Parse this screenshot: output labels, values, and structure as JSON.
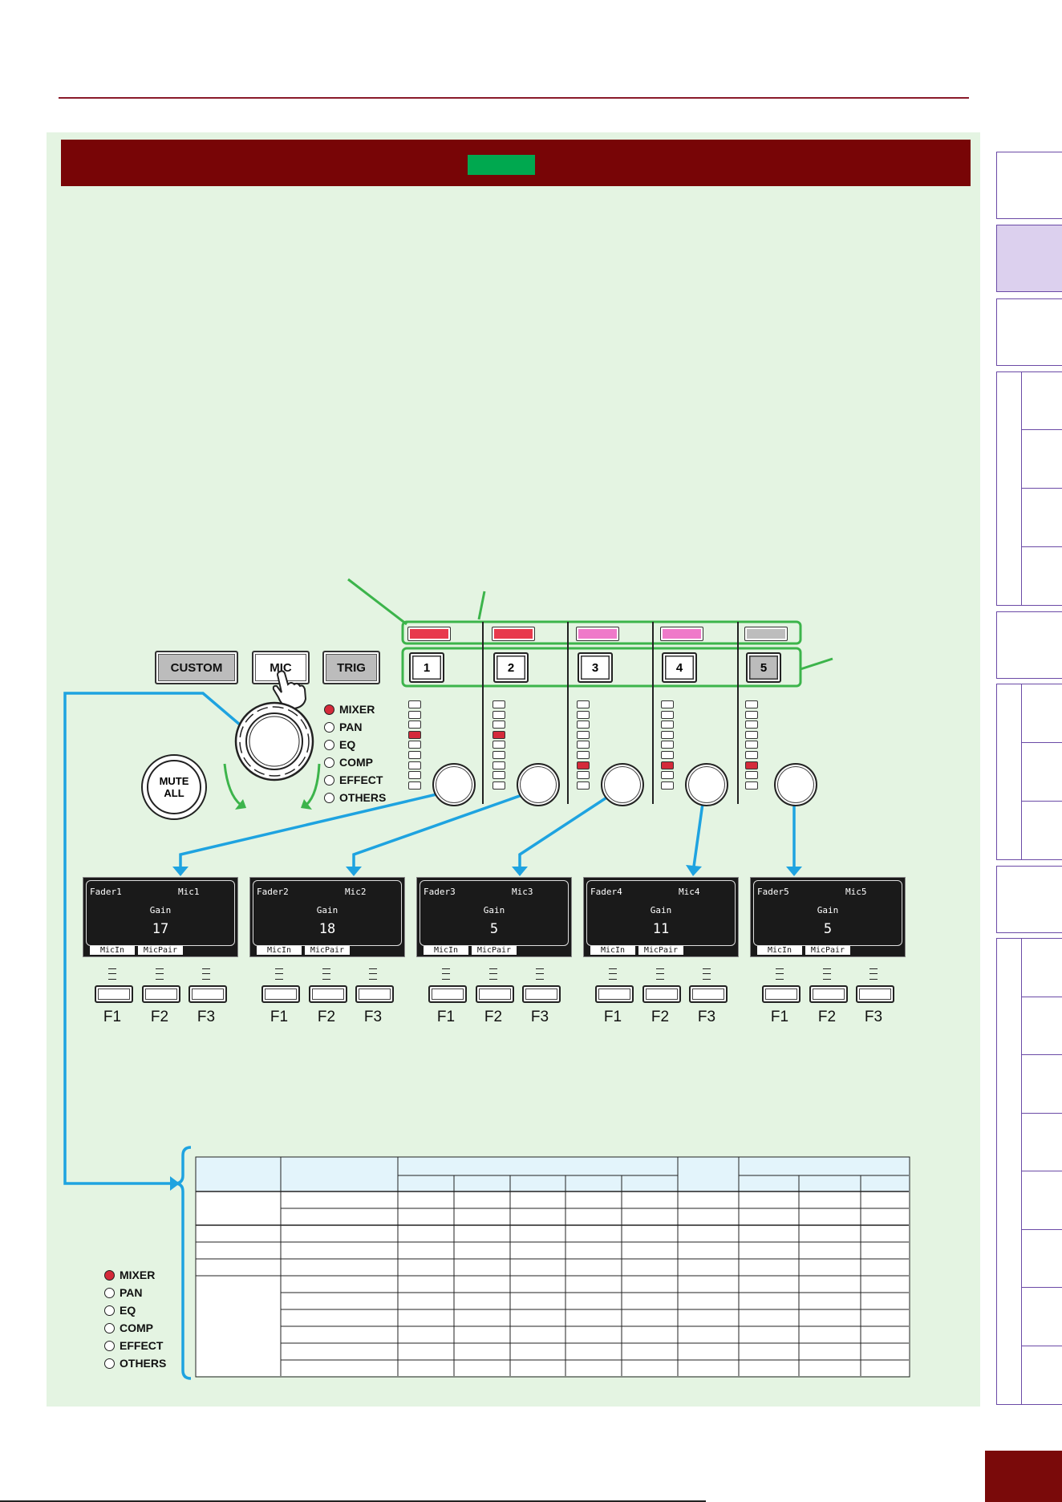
{
  "mode_buttons": [
    "CUSTOM",
    "MIC",
    "TRIG"
  ],
  "mute_all": [
    "MUTE",
    "ALL"
  ],
  "menu_items": [
    {
      "label": "MIXER",
      "selected": true
    },
    {
      "label": "PAN",
      "selected": false
    },
    {
      "label": "EQ",
      "selected": false
    },
    {
      "label": "COMP",
      "selected": false
    },
    {
      "label": "EFFECT",
      "selected": false
    },
    {
      "label": "OTHERS",
      "selected": false
    }
  ],
  "channels": [
    {
      "button": "1",
      "led_color": "#e8394c",
      "meter_lit": 6,
      "fader": "Fader1",
      "source": "Mic1",
      "param": "Gain",
      "value": "17",
      "tab1": "MicIn",
      "tab2": "MicPair"
    },
    {
      "button": "2",
      "led_color": "#e8394c",
      "meter_lit": 6,
      "fader": "Fader2",
      "source": "Mic2",
      "param": "Gain",
      "value": "18",
      "tab1": "MicIn",
      "tab2": "MicPair"
    },
    {
      "button": "3",
      "led_color": "#ef79c9",
      "meter_lit": 3,
      "fader": "Fader3",
      "source": "Mic3",
      "param": "Gain",
      "value": "5",
      "tab1": "MicIn",
      "tab2": "MicPair"
    },
    {
      "button": "4",
      "led_color": "#ef79c9",
      "meter_lit": 3,
      "fader": "Fader4",
      "source": "Mic4",
      "param": "Gain",
      "value": "11",
      "tab1": "MicIn",
      "tab2": "MicPair"
    },
    {
      "button": "5",
      "led_color": "#bdbdbd",
      "meter_lit": 3,
      "fader": "Fader5",
      "source": "Mic5",
      "param": "Gain",
      "value": "5",
      "tab1": "MicIn",
      "tab2": "MicPair"
    }
  ],
  "function_keys": [
    "F1",
    "F2",
    "F3"
  ],
  "colors": {
    "accent_green": "#3cb44b",
    "pointer_blue": "#1ea3e0",
    "banner": "#780506"
  }
}
